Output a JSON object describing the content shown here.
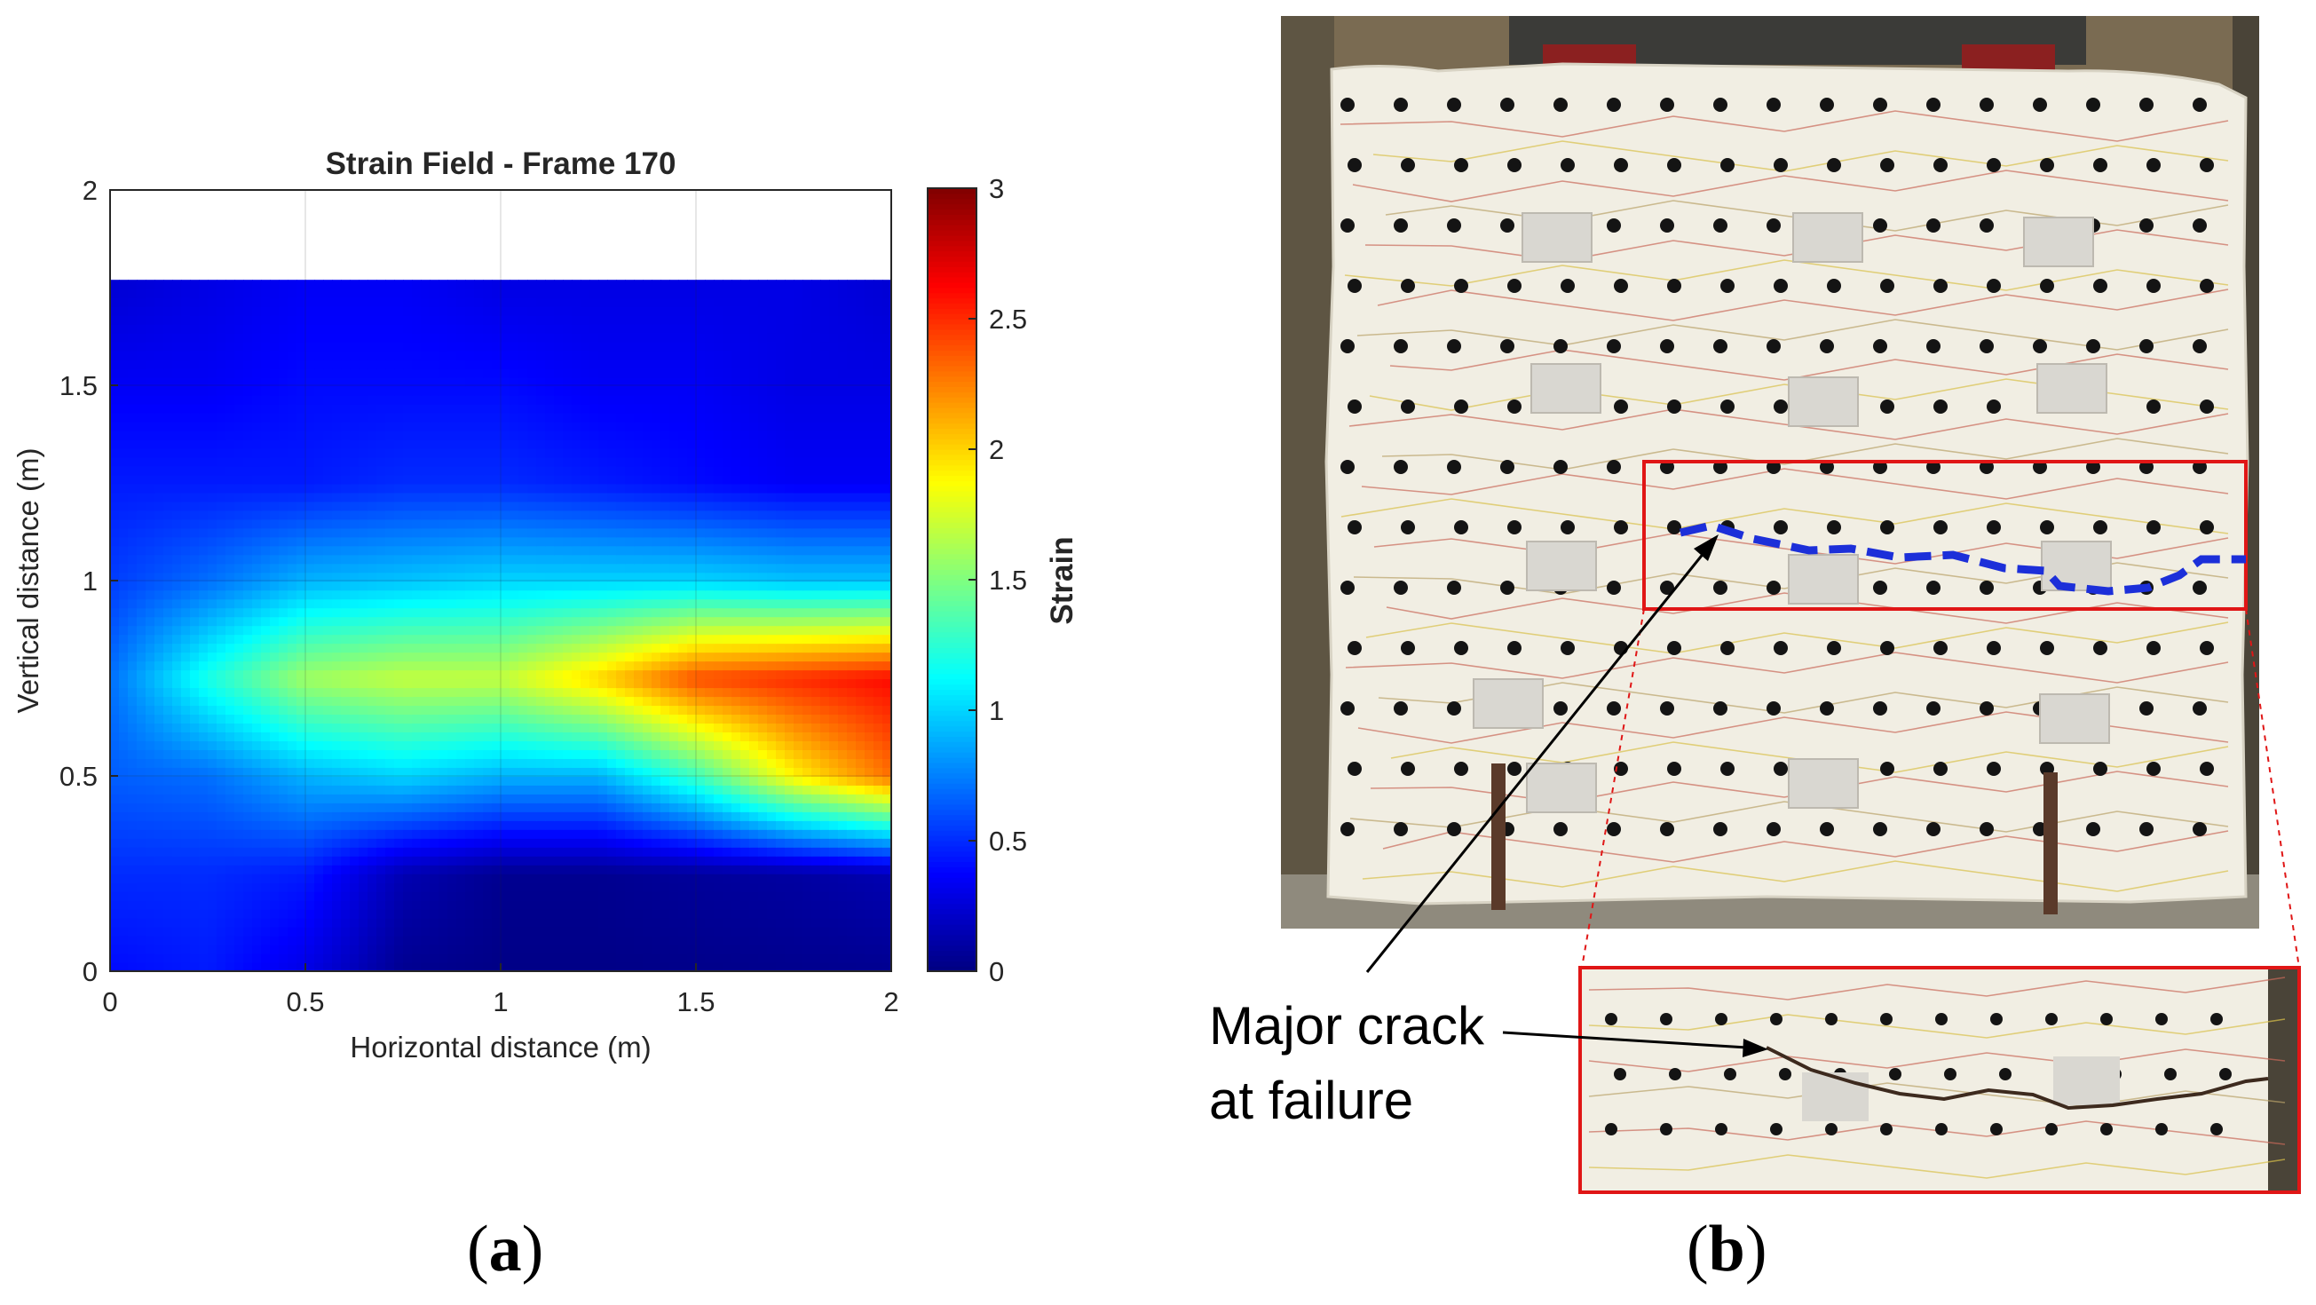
{
  "panel_a": {
    "label": "a",
    "chart_data": {
      "type": "heatmap",
      "title": "Strain Field - Frame 170",
      "xlabel": "Horizontal distance (m)",
      "ylabel": "Vertical distance (m)",
      "xlim": [
        0,
        2
      ],
      "ylim": [
        0,
        2
      ],
      "x_ticks": [
        "0",
        "0.5",
        "1",
        "1.5",
        "2"
      ],
      "y_ticks": [
        "0",
        "0.5",
        "1",
        "1.5",
        "2"
      ],
      "data_ymax": 1.77,
      "grid": true,
      "colormap": "jet",
      "colorbar": {
        "label": "Strain",
        "range": [
          0,
          3
        ],
        "ticks": [
          "0",
          "0.5",
          "1",
          "1.5",
          "2",
          "2.5",
          "3"
        ]
      },
      "x": [
        0,
        0.25,
        0.5,
        0.75,
        1.0,
        1.25,
        1.5,
        1.75,
        2.0
      ],
      "y": [
        0,
        0.25,
        0.5,
        0.75,
        1.0,
        1.25,
        1.5,
        1.75
      ],
      "z": [
        [
          0.4,
          0.45,
          0.3,
          0.05,
          0.02,
          0.02,
          0.03,
          0.04,
          0.05
        ],
        [
          0.5,
          0.5,
          0.45,
          0.15,
          0.05,
          0.05,
          0.08,
          0.1,
          0.15
        ],
        [
          0.65,
          0.7,
          0.9,
          1.0,
          0.9,
          0.9,
          1.3,
          1.9,
          2.3
        ],
        [
          0.7,
          1.2,
          1.6,
          1.7,
          1.7,
          2.0,
          2.4,
          2.5,
          2.6
        ],
        [
          0.55,
          0.7,
          0.9,
          0.95,
          1.0,
          1.0,
          1.0,
          0.95,
          0.95
        ],
        [
          0.45,
          0.45,
          0.45,
          0.5,
          0.5,
          0.45,
          0.4,
          0.35,
          0.35
        ],
        [
          0.35,
          0.35,
          0.4,
          0.4,
          0.4,
          0.35,
          0.35,
          0.3,
          0.3
        ],
        [
          0.25,
          0.3,
          0.35,
          0.35,
          0.3,
          0.3,
          0.3,
          0.3,
          0.25
        ]
      ]
    }
  },
  "panel_b": {
    "label": "b",
    "callout_line1": "Major crack",
    "callout_line2": "at failure",
    "colors": {
      "crack_trace": "#1c2fd9",
      "highlight_box": "#e01616",
      "wall": "#f1eee3",
      "background": "#7a6b52"
    }
  }
}
